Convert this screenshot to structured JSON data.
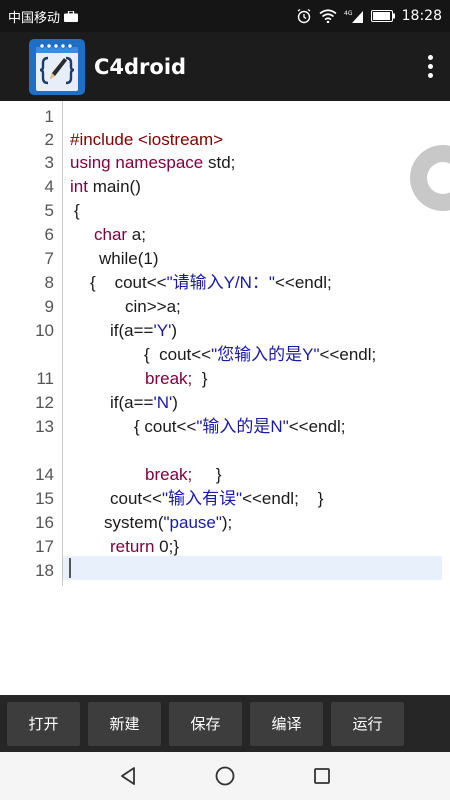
{
  "status_bar": {
    "carrier": "中国移动",
    "time": "18:28"
  },
  "app": {
    "title": "C4droid"
  },
  "editor": {
    "line_numbers": [
      "1",
      "2",
      "3",
      "4",
      "5",
      "6",
      "7",
      "8",
      "9",
      "10",
      "11",
      "12",
      "13",
      "14",
      "15",
      "16",
      "17",
      "18"
    ],
    "code": {
      "l2_include": "#include <iostream>",
      "l3_using": "using",
      "l3_namespace": "namespace",
      "l3_rest": " std;",
      "l4_int": "int",
      "l4_rest": " main()",
      "l5": "{",
      "l6_char": "char",
      "l6_rest": " a;",
      "l7": "while(1)",
      "l8_pre": "{    cout<<",
      "l8_str": "\"请输入Y/N：\"",
      "l8_post": "<<endl;",
      "l9": "cin>>a;",
      "l10_pre": "if(a==",
      "l10_str": "'Y'",
      "l10_post": ")",
      "l10b_pre": "{  cout<<",
      "l10b_str": "\"您输入的是Y\"",
      "l10b_post": "<<endl;",
      "l11_break": "break;",
      "l11_rest": "  }",
      "l12_pre": "if(a==",
      "l12_str": "'N'",
      "l12_post": ")",
      "l13_pre": "{ cout<<",
      "l13_str": "\"输入的是N\"",
      "l13_post": "<<endl;",
      "l14_break": "break;",
      "l14_rest": "     }",
      "l15_pre": "cout<<",
      "l15_str": "\"输入有误\"",
      "l15_post": "<<endl;    }",
      "l16_pre": "system(",
      "l16_str": "\"pause\"",
      "l16_post": ");",
      "l17_return": "return",
      "l17_rest": " 0;}"
    }
  },
  "toolbar": {
    "open": "打开",
    "new": "新建",
    "save": "保存",
    "compile": "编译",
    "run": "运行"
  },
  "icons": {
    "logo": "notepad-brace-icon",
    "menu": "overflow-menu-icon",
    "back": "back-icon",
    "home": "home-icon",
    "recents": "recents-icon"
  },
  "colors": {
    "keyword": "#800040",
    "string": "#1a1aa6",
    "preprocessor": "#800000",
    "app_bar": "#1c1c1c",
    "logo_blue": "#1f6fc4"
  }
}
